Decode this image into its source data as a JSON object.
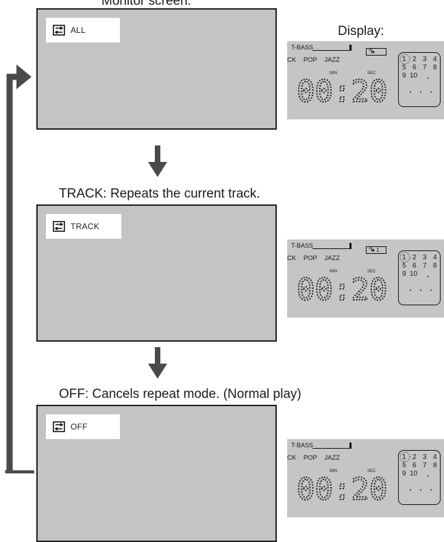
{
  "labels": {
    "top": "Monitor screen:",
    "display": "Display:",
    "track_desc": "TRACK: Repeats the current track.",
    "off_desc": "OFF: Cancels repeat mode. (Normal play)"
  },
  "panels": [
    {
      "osd_text": "ALL",
      "lcd": {
        "tbass": "T-BASS",
        "modes": "CK POP JAZZ",
        "rep_text": "",
        "min": "MIN",
        "sec": "SEC",
        "time": "00:20"
      }
    },
    {
      "osd_text": "TRACK",
      "lcd": {
        "tbass": "T-BASS",
        "modes": "CK POP JAZZ",
        "rep_text": "1",
        "min": "MIN",
        "sec": "SEC",
        "time": "00:20"
      }
    },
    {
      "osd_text": "OFF",
      "lcd": {
        "tbass": "T-BASS",
        "modes": "CK POP JAZZ",
        "rep_text": "",
        "min": "MIN",
        "sec": "SEC",
        "time": "00:20"
      }
    }
  ],
  "track_grid": [
    "1",
    "2",
    "3",
    "4",
    "5",
    "6",
    "7",
    "8",
    "9",
    "10"
  ],
  "icons": {
    "repeat": "repeat-icon",
    "flow": "arrow-down-icon",
    "loop": "loop-back-arrow"
  }
}
